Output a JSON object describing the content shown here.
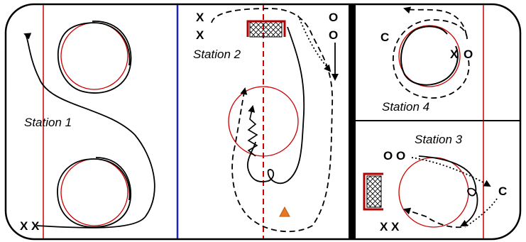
{
  "stations": {
    "s1": "Station 1",
    "s2": "Station 2",
    "s3": "Station 3",
    "s4": "Station 4"
  },
  "players": {
    "s1_x": "X X",
    "s2_x_top": "X",
    "s2_x_bottom": "X",
    "s2_o_top": "O",
    "s2_o_bottom": "O",
    "s4_c": "C",
    "s4_x": "X",
    "s4_o": "O",
    "s3_o": "O O",
    "s3_c": "C",
    "s3_x": "X X"
  },
  "colors": {
    "boards": "#000000",
    "red_line": "#cc0000",
    "blue_line": "#1a22c9",
    "net": "#b00000",
    "cone": "#e87722"
  }
}
